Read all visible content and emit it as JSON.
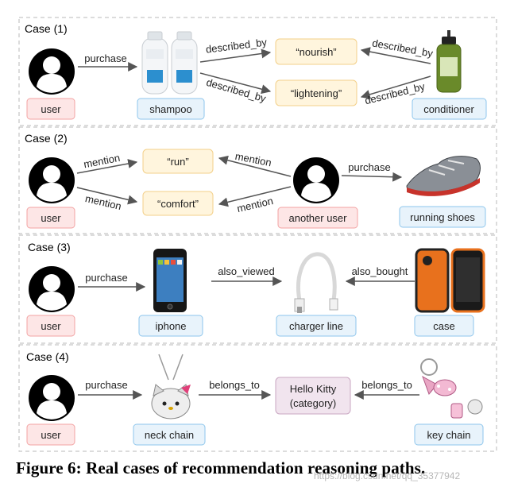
{
  "caption": "Figure 6: Real cases of recommendation reasoning paths.",
  "watermark": "https://blog.csdn.net/qq_35377942",
  "colors": {
    "user_box_fill": "#fde6e6",
    "user_box_stroke": "#f3a3a3",
    "item_box_fill": "#e8f3fb",
    "item_box_stroke": "#8ec6ec",
    "feature_box_fill": "#fff5dd",
    "feature_box_stroke": "#f3d08a",
    "category_box_fill": "#f1e4ee",
    "category_box_stroke": "#c9a7c2",
    "arrow": "#555555",
    "frame": "#b9b9b9"
  },
  "cases": [
    {
      "title": "Case (1)",
      "nodes": {
        "user": "user",
        "shampoo": "shampoo",
        "nourish": "“nourish”",
        "lightening": "“lightening”",
        "conditioner": "conditioner"
      },
      "edges": {
        "purchase": "purchase",
        "described_by_1": "described_by",
        "described_by_2": "described_by",
        "described_by_3": "described_by",
        "described_by_4": "described_by"
      }
    },
    {
      "title": "Case (2)",
      "nodes": {
        "user": "user",
        "run": "“run”",
        "comfort": "“comfort”",
        "another_user": "another user",
        "running_shoes": "running shoes"
      },
      "edges": {
        "mention_1": "mention",
        "mention_2": "mention",
        "mention_3": "mention",
        "mention_4": "mention",
        "purchase": "purchase"
      }
    },
    {
      "title": "Case (3)",
      "nodes": {
        "user": "user",
        "iphone": "iphone",
        "charger_line": "charger line",
        "case": "case"
      },
      "edges": {
        "purchase": "purchase",
        "also_viewed": "also_viewed",
        "also_bought": "also_bought"
      }
    },
    {
      "title": "Case (4)",
      "nodes": {
        "user": "user",
        "neck_chain": "neck chain",
        "hello_kitty_line1": "Hello Kitty",
        "hello_kitty_line2": "(category)",
        "key_chain": "key chain"
      },
      "edges": {
        "purchase": "purchase",
        "belongs_to_1": "belongs_to",
        "belongs_to_2": "belongs_to"
      }
    }
  ]
}
